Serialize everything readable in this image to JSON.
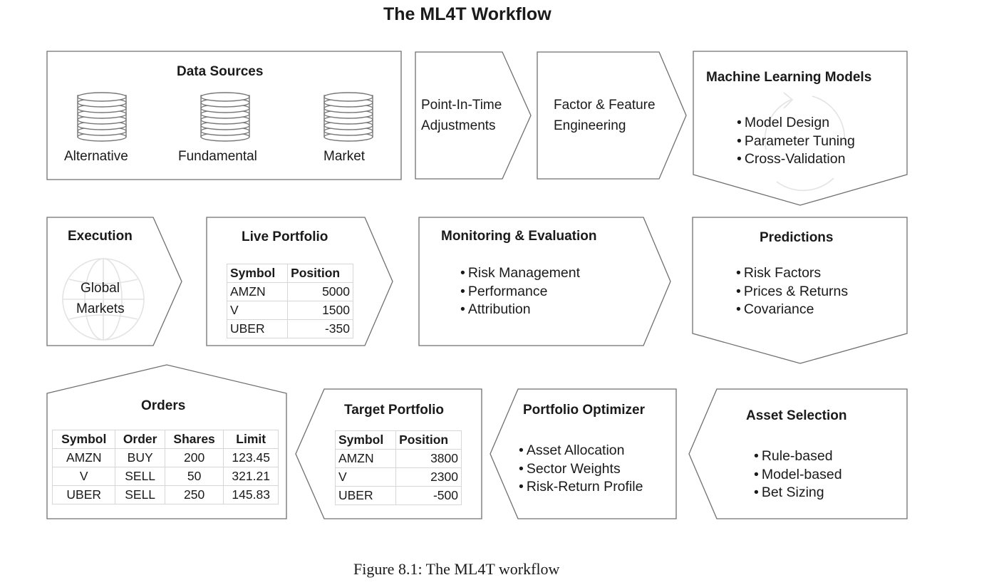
{
  "title": "The ML4T Workflow",
  "caption": "Figure 8.1: The ML4T workflow",
  "data_sources": {
    "heading": "Data Sources",
    "items": [
      "Alternative",
      "Fundamental",
      "Market"
    ]
  },
  "point_in_time": {
    "line1": "Point-In-Time",
    "line2": "Adjustments"
  },
  "factor_engineering": {
    "line1": "Factor & Feature",
    "line2": "Engineering"
  },
  "ml_models": {
    "heading": "Machine Learning Models",
    "items": [
      "Model Design",
      "Parameter Tuning",
      "Cross-Validation"
    ]
  },
  "execution": {
    "heading": "Execution",
    "line1": "Global",
    "line2": "Markets"
  },
  "live_portfolio": {
    "heading": "Live Portfolio",
    "columns": [
      "Symbol",
      "Position"
    ],
    "rows": [
      [
        "AMZN",
        "5000"
      ],
      [
        "V",
        "1500"
      ],
      [
        "UBER",
        "-350"
      ]
    ]
  },
  "monitoring": {
    "heading": "Monitoring & Evaluation",
    "items": [
      "Risk Management",
      "Performance",
      "Attribution"
    ]
  },
  "predictions": {
    "heading": "Predictions",
    "items": [
      "Risk Factors",
      "Prices & Returns",
      "Covariance"
    ]
  },
  "orders": {
    "heading": "Orders",
    "columns": [
      "Symbol",
      "Order",
      "Shares",
      "Limit"
    ],
    "rows": [
      [
        "AMZN",
        "BUY",
        "200",
        "123.45"
      ],
      [
        "V",
        "SELL",
        "50",
        "321.21"
      ],
      [
        "UBER",
        "SELL",
        "250",
        "145.83"
      ]
    ]
  },
  "target_portfolio": {
    "heading": "Target Portfolio",
    "columns": [
      "Symbol",
      "Position"
    ],
    "rows": [
      [
        "AMZN",
        "3800"
      ],
      [
        "V",
        "2300"
      ],
      [
        "UBER",
        "-500"
      ]
    ]
  },
  "optimizer": {
    "heading": "Portfolio Optimizer",
    "items": [
      "Asset Allocation",
      "Sector Weights",
      "Risk-Return Profile"
    ]
  },
  "asset_selection": {
    "heading": "Asset Selection",
    "items": [
      "Rule-based",
      "Model-based",
      "Bet Sizing"
    ]
  },
  "colors": {
    "stroke": "#6f6f6f",
    "grid": "#d6d6d6",
    "decor": "#e3e3e3"
  },
  "icons": [
    "database-icon",
    "globe-icon",
    "cycle-arrows-icon"
  ]
}
